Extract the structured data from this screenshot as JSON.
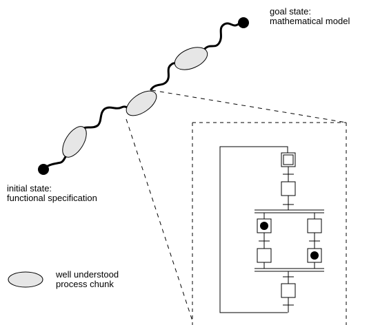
{
  "goal_state": {
    "line1": "goal state:",
    "line2": "mathematical model"
  },
  "initial_state": {
    "line1": "initial state:",
    "line2": "functional specification"
  },
  "legend": {
    "line1": "well understood",
    "line2": "process chunk"
  },
  "colors": {
    "ellipse_fill": "#e6e6e6",
    "stroke": "#000000",
    "background": "#ffffff"
  }
}
